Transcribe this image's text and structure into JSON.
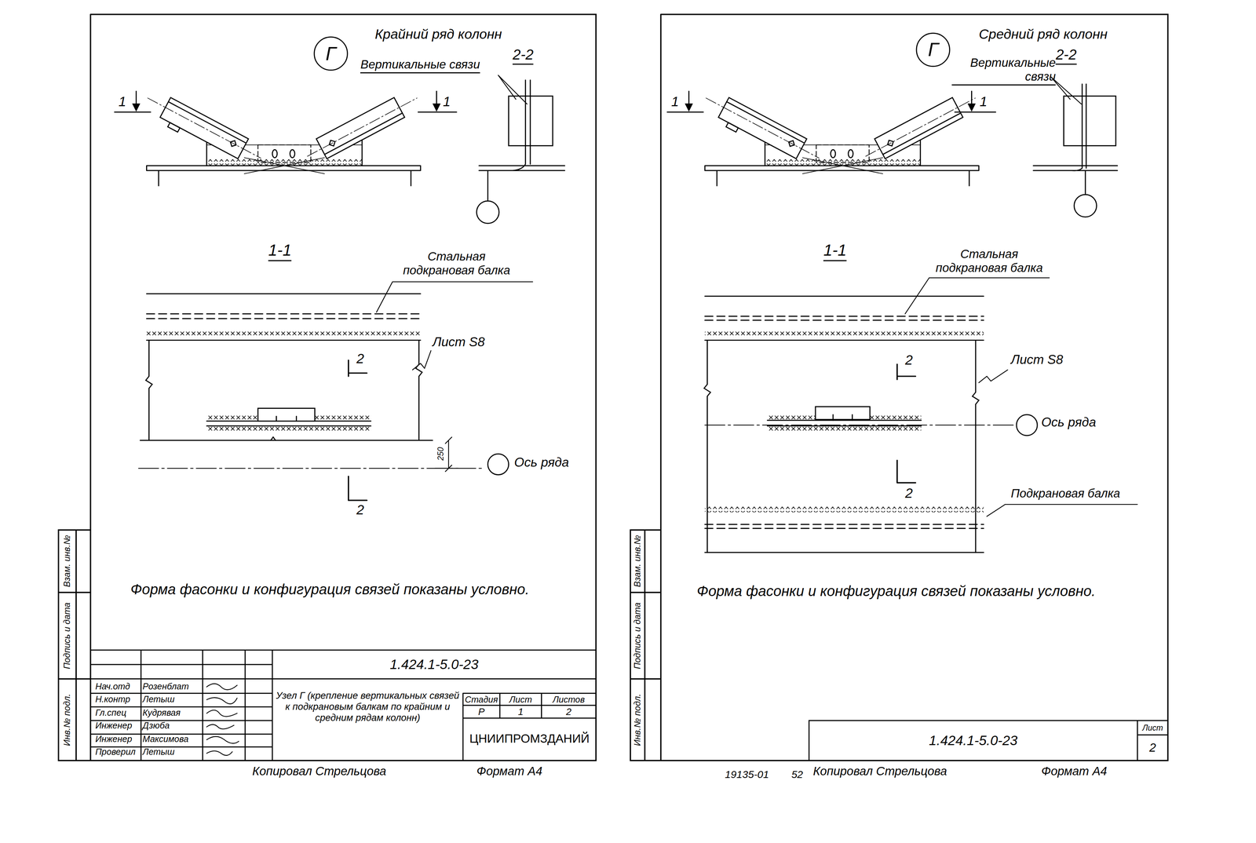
{
  "diagram": {
    "nodes": [
      {
        "text": [
          "Г"
        ]
      },
      {
        "text": [
          "Г"
        ]
      }
    ],
    "labels": [
      "Крайний ряд колонн",
      "Вертикальные связи",
      "2-2",
      "1",
      "1",
      "1-1",
      "Стальная подкрановая балка",
      "Лист S8",
      "2",
      "2",
      "250",
      "Ось ряда",
      "Форма фасонки и конфигурация связей показаны условно.",
      "Взам. инв.№",
      "Подпись и дата",
      "Инв.№ подл.",
      "Нач.отд",
      "Розенблат",
      "Н.контр",
      "Летыш",
      "Гл.спец",
      "Кудрявая",
      "Инженер",
      "Дзюба",
      "Инженер",
      "Максимова",
      "Проверил",
      "Летыш",
      "1.424.1-5.0-23",
      "Узел Г (крепление вертикальных связей к подкрановым балкам по крайним и средним рядам колонн)",
      "Стадия",
      "Лист",
      "Листов",
      "Р",
      "1",
      "2",
      "ЦНИИПРОМЗДАНИЙ",
      "Копировал Стрельцова",
      "Формат А4",
      "Средний ряд колонн",
      "Вертикальные связи",
      "2-2",
      "1",
      "1",
      "1-1",
      "Стальная подкрановая балка",
      "Лист S8",
      "2",
      "2",
      "Ось ряда",
      "Подкрановая балка",
      "Форма фасонки и конфигурация связей показаны условно.",
      "Взам. инв.№",
      "Подпись и дата",
      "Инв.№ подл.",
      "1.424.1-5.0-23",
      "Лист",
      "2",
      "19135-01",
      "52",
      "Копировал Стрельцова",
      "Формат А4"
    ]
  }
}
